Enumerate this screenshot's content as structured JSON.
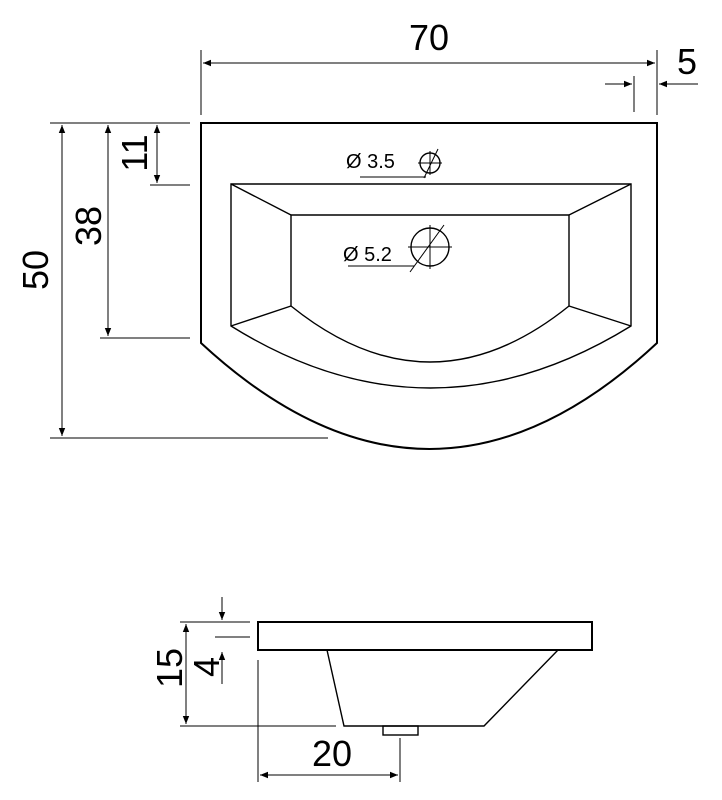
{
  "top_view": {
    "width_dim": "70",
    "rim_dim": "5",
    "depth_dim": "50",
    "bowl_dim": "38",
    "tap_offset_dim": "11",
    "tap_hole_label": "Ø 3.5",
    "drain_hole_label": "Ø 5.2"
  },
  "side_view": {
    "height_dim": "15",
    "rim_height_dim": "4",
    "drain_offset_dim": "20"
  }
}
